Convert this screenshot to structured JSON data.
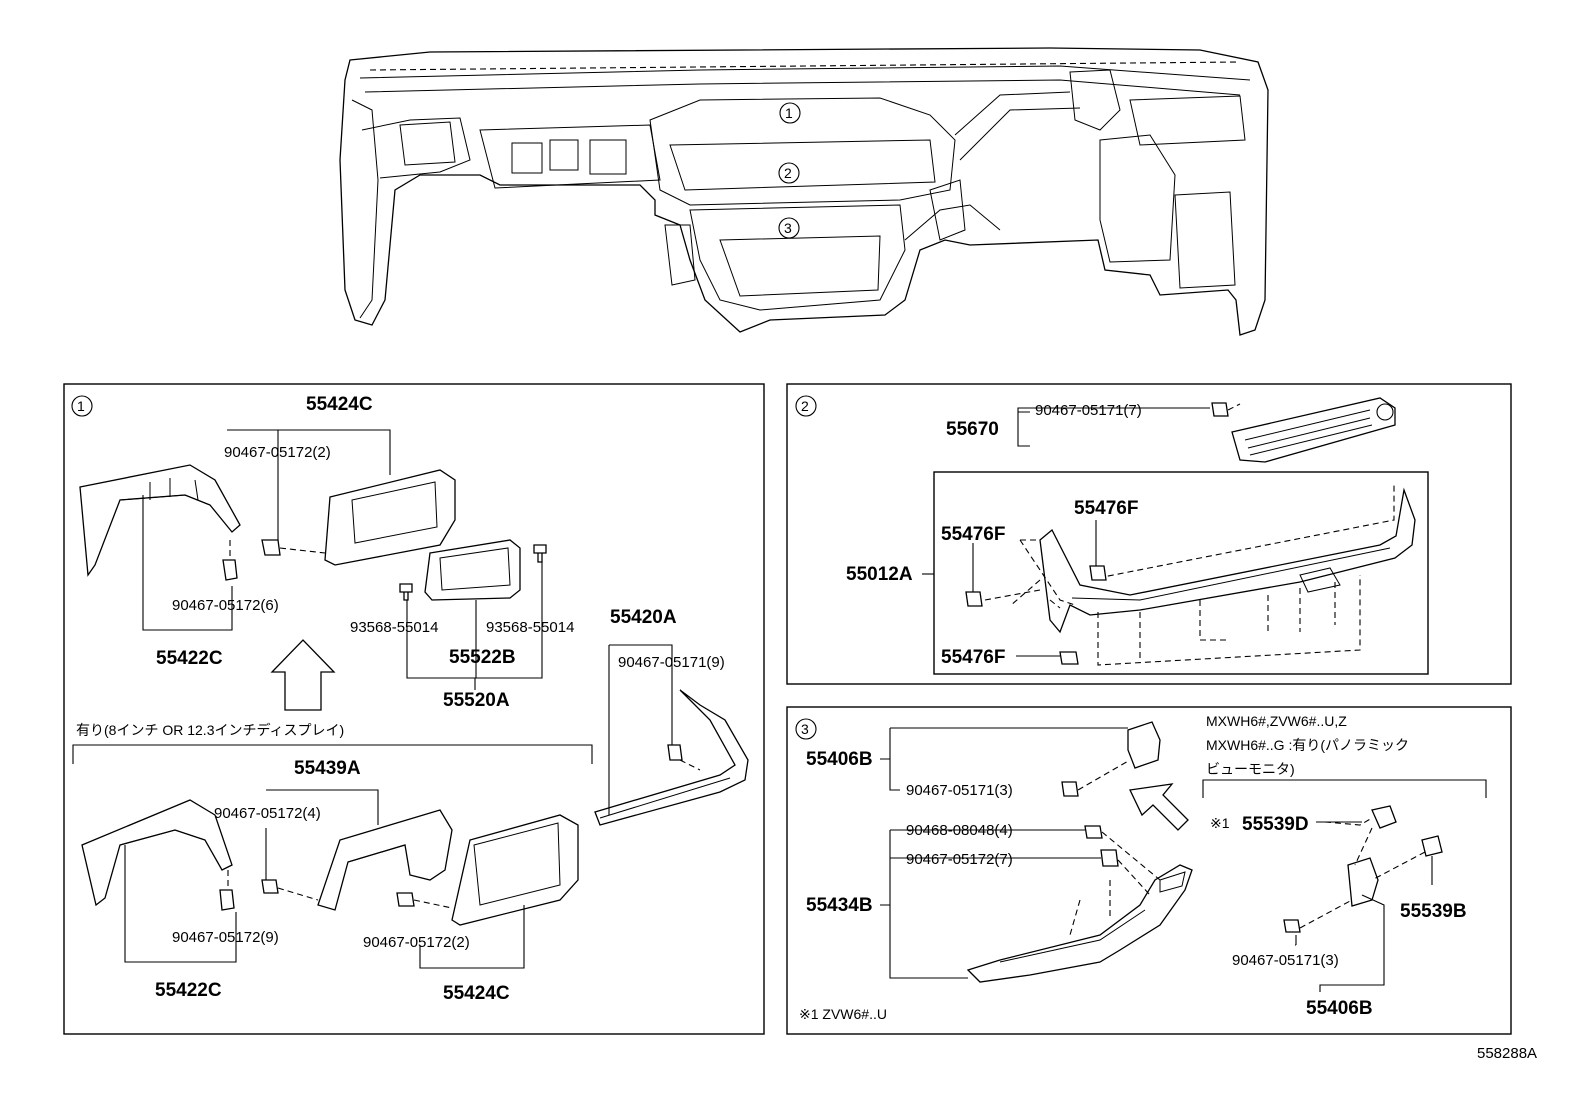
{
  "figure_id": "558288A",
  "overview": {
    "callout_1": "1",
    "callout_2": "2",
    "callout_3": "3"
  },
  "panel1": {
    "number": "1",
    "labels": {
      "p55424C_top": "55424C",
      "clip_90467_05172_2_top": "90467-05172(2)",
      "clip_90467_05172_6": "90467-05172(6)",
      "p55422C_top": "55422C",
      "screw_left": "93568-55014",
      "screw_right": "93568-55014",
      "p55522B": "55522B",
      "p55520A": "55520A",
      "p55420A": "55420A",
      "clip_90467_05171_9": "90467-05171(9)",
      "note_display": "有り(8インチ OR 12.3インチディスプレイ)",
      "p55439A": "55439A",
      "clip_90467_05172_4": "90467-05172(4)",
      "clip_90467_05172_9": "90467-05172(9)",
      "clip_90467_05172_2_bottom": "90467-05172(2)",
      "p55422C_bottom": "55422C",
      "p55424C_bottom": "55424C"
    }
  },
  "panel2": {
    "number": "2",
    "labels": {
      "p55670": "55670",
      "clip_90467_05171_7": "90467-05171(7)",
      "p55476F_a": "55476F",
      "p55476F_b": "55476F",
      "p55476F_c": "55476F",
      "p55012A": "55012A"
    }
  },
  "panel3": {
    "number": "3",
    "labels": {
      "p55406B_top": "55406B",
      "clip_90467_05171_3_top": "90467-05171(3)",
      "clip_90468_08048_4": "90468-08048(4)",
      "clip_90467_05172_7": "90467-05172(7)",
      "p55434B": "55434B",
      "note_model_1": "MXWH6#,ZVW6#..U,Z",
      "note_model_2": "MXWH6#..G :有り(パノラミック",
      "note_model_3": "ビューモニタ)",
      "ref_mark": "※1",
      "p55539D": "55539D",
      "p55539B": "55539B",
      "clip_90467_05171_3_bottom": "90467-05171(3)",
      "p55406B_bottom": "55406B",
      "footnote": "※1 ZVW6#..U"
    }
  }
}
